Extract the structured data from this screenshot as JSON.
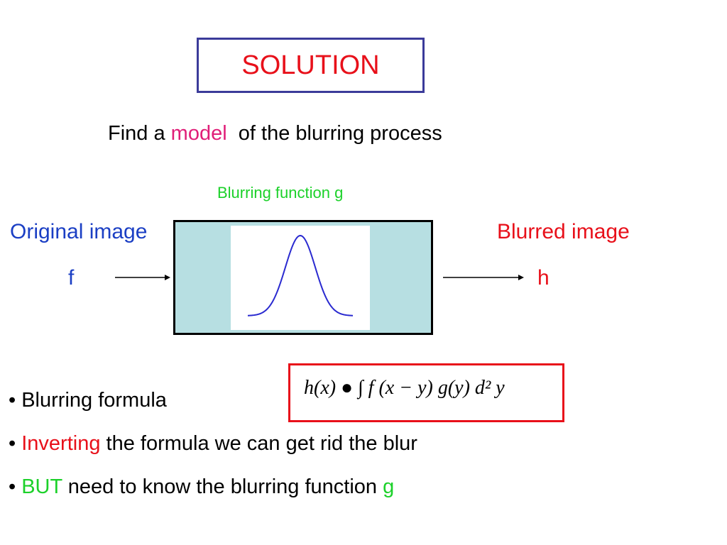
{
  "title": "SOLUTION",
  "subtitle": {
    "before": "Find a ",
    "highlight": "model",
    "after": "  of the blurring process"
  },
  "diagram": {
    "function_label": "Blurring function g",
    "input_label": "Original image",
    "input_symbol": "f",
    "output_label": "Blurred image",
    "output_symbol": "h",
    "curve_color": "#2a2ad0",
    "box_color": "#b7dfe2"
  },
  "formula": {
    "text": "h(x) ● ∫ f (x − y) g(y) d² y"
  },
  "bullets": [
    {
      "marker": "• ",
      "highlight": "",
      "text": "Blurring formula"
    },
    {
      "marker": "• ",
      "highlight": "Inverting",
      "text": " the formula we can get rid the blur"
    },
    {
      "marker": "• ",
      "highlight": "BUT",
      "text": " need to know the blurring function ",
      "tail": "g"
    }
  ]
}
